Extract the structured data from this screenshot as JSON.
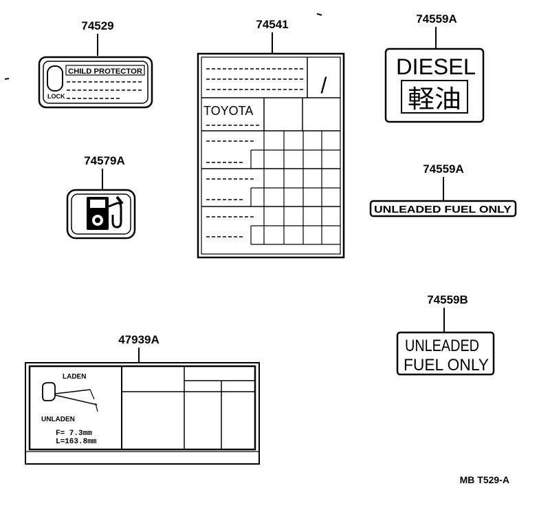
{
  "parts": {
    "p74529": {
      "number": "74529",
      "header": "CHILD PROTECTOR",
      "lock": "LOCK"
    },
    "p74541": {
      "number": "74541",
      "brand": "TOYOTA",
      "slash": "/"
    },
    "p74559A_diesel": {
      "number": "74559A",
      "line1": "DIESEL",
      "line2": "軽油"
    },
    "p74579A": {
      "number": "74579A",
      "icon": "fuel-pump-icon"
    },
    "p74559A_unleaded": {
      "number": "74559A",
      "text": "UNLEADED FUEL ONLY"
    },
    "p74559B": {
      "number": "74559B",
      "line1": "UNLEADED",
      "line2": "FUEL ONLY"
    },
    "p47939A": {
      "number": "47939A",
      "laden": "LADEN",
      "unladen": "UNLADEN",
      "f_value": "F= 7.3mm",
      "l_value": "L=163.8mm"
    }
  },
  "footer": {
    "code": "MB T529-A"
  }
}
